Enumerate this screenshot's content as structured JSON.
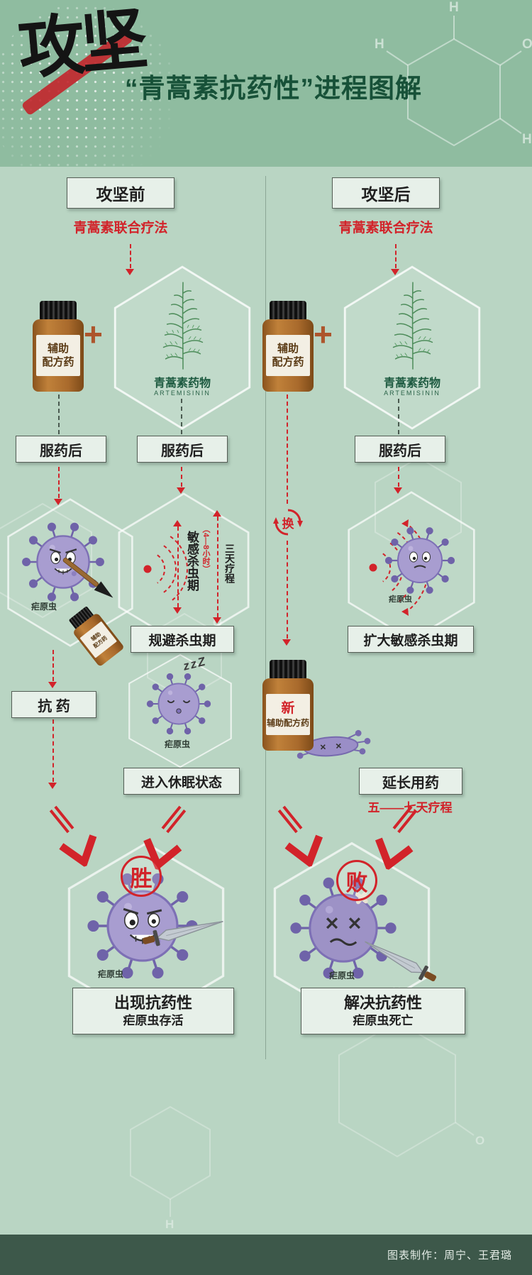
{
  "header": {
    "calligraphy": "攻坚",
    "title": "“青蒿素抗药性”进程图解"
  },
  "common": {
    "therapy": "青蒿素联合疗法",
    "after_meds": "服药后",
    "parasite": "疟原虫",
    "plus": "+",
    "bottle_line1": "辅助",
    "bottle_line2": "配方药",
    "plant_name": "青蒿素药物",
    "plant_latin": "ARTEMISININ"
  },
  "left": {
    "stage": "攻坚前",
    "kill_period": "敏感杀虫期",
    "kill_note": "（4—8小时）",
    "course": "三天疗程",
    "avoid_box": "规避杀虫期",
    "zzz": "zzZ",
    "dormant_box": "进入休眠状态",
    "resist_box": "抗 药",
    "badge": "胜",
    "outcome_line1": "出现抗药性",
    "outcome_line2": "疟原虫存活"
  },
  "right": {
    "stage": "攻坚后",
    "switch_badge": "换",
    "expand_box": "扩大敏感杀虫期",
    "new_mark": "新",
    "new_bottle": "辅助配方药",
    "extend_box": "延长用药",
    "extend_course": "五——七天疗程",
    "badge": "败",
    "outcome_line1": "解决抗药性",
    "outcome_line2": "疟原虫死亡"
  },
  "decor": {
    "h": "H",
    "o": "O"
  },
  "footer": {
    "credit": "图表制作：周宁、王君璐"
  },
  "colors": {
    "accent_red": "#d2232a",
    "dark_green": "#175138",
    "header_bg": "#8fbca0",
    "body_bg": "#b9d5c3",
    "footer_bg": "#3d584a",
    "bottle_brown": "#a96a2c",
    "parasite_purple": "#a89dd0"
  }
}
